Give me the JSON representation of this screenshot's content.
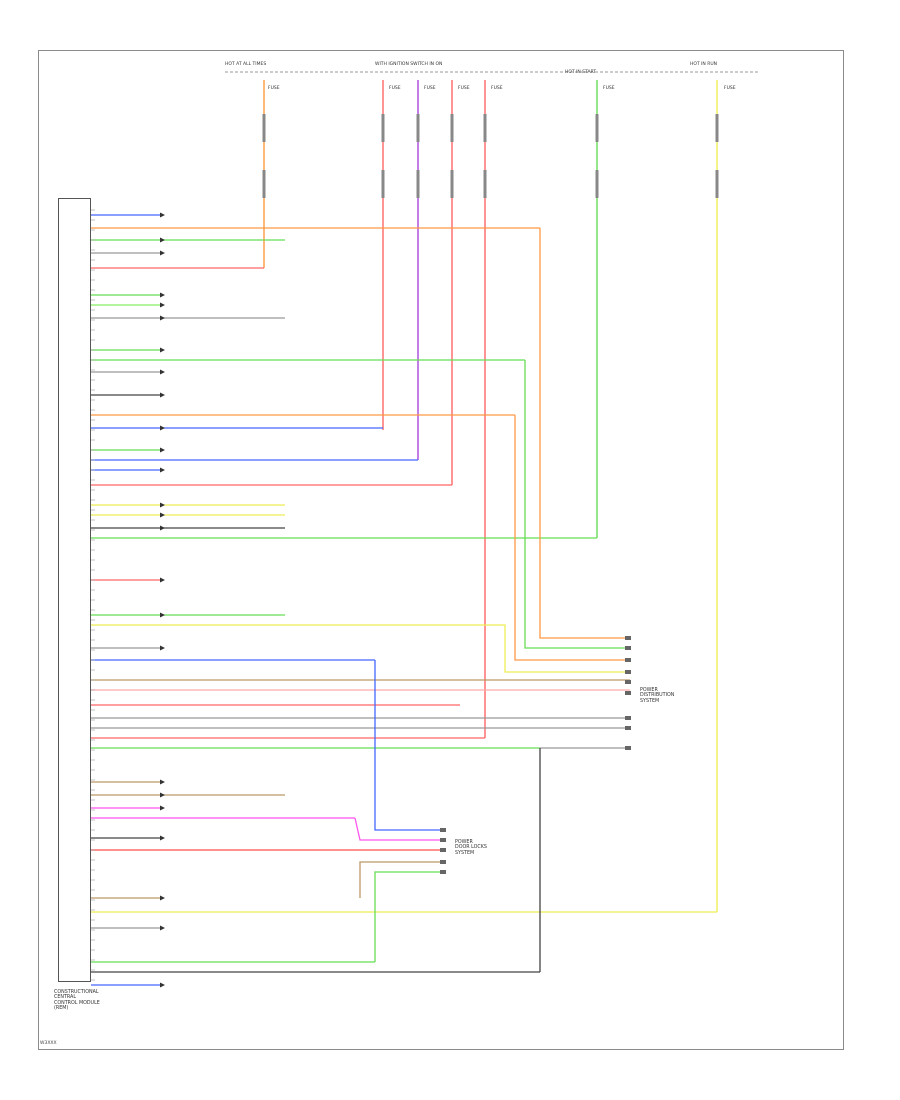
{
  "diagram": {
    "top_labels": [
      "HOT AT ALL TIMES",
      "WITH IGNITION SWITCH IN ON",
      "HOT IN START",
      "HOT IN RUN"
    ],
    "fuse_labels": [
      "FUSE",
      "FUSE",
      "FUSE",
      "FUSE",
      "FUSE",
      "FUSE",
      "FUSE"
    ],
    "module_caption": "CONSTRUCTIONAL\nCENTRAL\nCONTROL MODULE\n(REM)",
    "right_caption": "POWER\nDISTRIBUTION\nSYSTEM",
    "lower_right_caption": "POWER\nDOOR LOCKS\nSYSTEM",
    "footer": "W3XXX"
  },
  "wire_colors": {
    "red": "#ff6666",
    "orange": "#ff9944",
    "green": "#66dd55",
    "light_green": "#88ee66",
    "blue": "#4466ff",
    "violet": "#aa44dd",
    "magenta": "#ff55ee",
    "yellow": "#eeee55",
    "gray": "#999999",
    "dark": "#444444",
    "brown": "#bb9966",
    "pink": "#ffaaaa"
  }
}
